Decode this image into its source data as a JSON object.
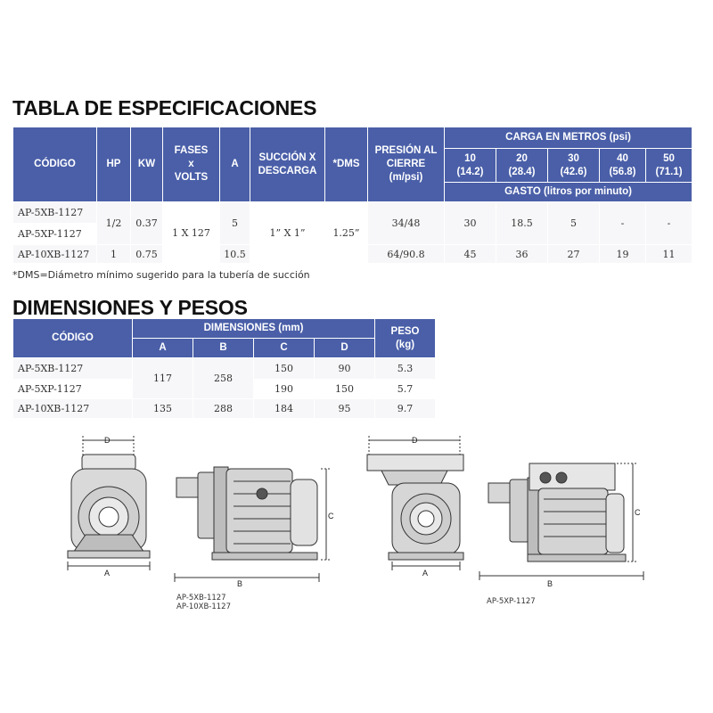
{
  "spec": {
    "title": "TABLA DE ESPECIFICACIONES",
    "headers": {
      "codigo": "CÓDIGO",
      "hp": "HP",
      "kw": "KW",
      "fases": [
        "FASES",
        "x",
        "VOLTS"
      ],
      "a": "A",
      "succion": [
        "SUCCIÓN X",
        "DESCARGA"
      ],
      "dms": "*DMS",
      "presion": [
        "PRESIÓN AL",
        "CIERRE",
        "(m/psi)"
      ],
      "carga": "CARGA EN METROS (psi)",
      "gasto": "GASTO (litros por minuto)",
      "carga_cols": [
        {
          "m": "10",
          "psi": "(14.2)"
        },
        {
          "m": "20",
          "psi": "(28.4)"
        },
        {
          "m": "30",
          "psi": "(42.6)"
        },
        {
          "m": "40",
          "psi": "(56.8)"
        },
        {
          "m": "50",
          "psi": "(71.1)"
        }
      ]
    },
    "rows": [
      {
        "codigo": "AP-5XB-1127"
      },
      {
        "codigo": "AP-5XP-1127"
      },
      {
        "codigo": "AP-10XB-1127"
      }
    ],
    "group1": {
      "hp": "1/2",
      "kw": "0.37",
      "fases": "1 X 127",
      "a": "5",
      "succion": "1” X 1”",
      "dms": "1.25”",
      "presion": "34/48",
      "flows": [
        "30",
        "18.5",
        "5",
        "-",
        "-"
      ]
    },
    "row3": {
      "hp": "1",
      "kw": "0.75",
      "a": "10.5",
      "presion": "64/90.8",
      "flows": [
        "45",
        "36",
        "27",
        "19",
        "11"
      ]
    },
    "note": "*DMS=Diámetro mínimo sugerido para la tubería de succión"
  },
  "dims": {
    "title": "DIMENSIONES Y PESOS",
    "headers": {
      "codigo": "CÓDIGO",
      "dimensiones": "DIMENSIONES (mm)",
      "a": "A",
      "b": "B",
      "c": "C",
      "d": "D",
      "peso": [
        "PESO",
        "(kg)"
      ]
    },
    "rows": [
      {
        "codigo": "AP-5XB-1127",
        "c": "150",
        "d": "90",
        "peso": "5.3"
      },
      {
        "codigo": "AP-5XP-1127",
        "c": "190",
        "d": "150",
        "peso": "5.7"
      },
      {
        "codigo": "AP-10XB-1127",
        "a": "135",
        "b": "288",
        "c": "184",
        "d": "95",
        "peso": "9.7"
      }
    ],
    "merged": {
      "a": "117",
      "b": "258"
    }
  },
  "drawings": {
    "labels": {
      "a": "A",
      "b": "B",
      "c": "C",
      "d": "D"
    },
    "caption_left": [
      "AP-5XB-1127",
      "AP-10XB-1127"
    ],
    "caption_right": "AP-5XP-1127"
  }
}
